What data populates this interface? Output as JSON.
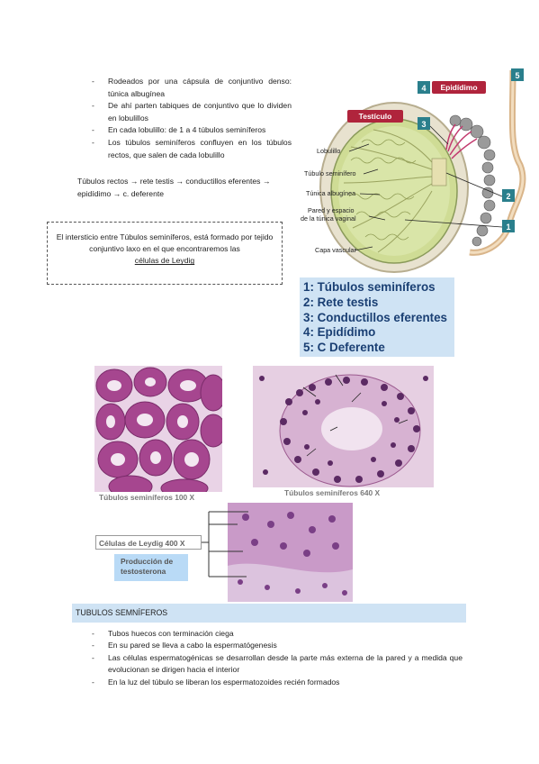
{
  "intro_bullets": [
    "Rodeados por una cápsula de conjuntivo denso: túnica albugínea",
    "De ahí parten tabiques de conjuntivo que lo dividen en lobulillos",
    "En cada lobulillo: de 1 a 4 túbulos seminíferos",
    "Los túbulos seminíferos confluyen en los túbulos rectos, que salen de cada lobulillo"
  ],
  "route_text": "Túbulos rectos → rete testis → conductillos eferentes → epidídimo → c. deferente",
  "interstitium_box": {
    "text": "El intersticio entre Túbulos seminíferos, está formado por tejido conjuntivo laxo en el que encontraremos las",
    "link": "células de Leydig"
  },
  "diagram": {
    "badges": [
      "4",
      "5",
      "3",
      "2",
      "1"
    ],
    "epididimo_label": "Epidídimo",
    "testiculo_label": "Testículo",
    "labels": [
      "Lobulillo",
      "Túbulo seminífero",
      "Túnica albugínea",
      "Pared y espacio",
      "de la túnica vaginal",
      "Capa vascular"
    ],
    "colors": {
      "teal": "#2a7f8c",
      "red_label": "#b0243c"
    }
  },
  "legend_items": [
    "1: Túbulos  seminíferos",
    "2: Rete testis",
    "3: Conductillos eferentes",
    "4: Epidídimo",
    "5: C Deferente"
  ],
  "captions": {
    "left": "Túbulos seminíferos 100 X",
    "right": "Túbulos seminíferos 640 X",
    "leydig": "Células de Leydig 400 X",
    "testo_line1": "Producción de",
    "testo_line2": "testosterona"
  },
  "section_title": "TUBULOS SEMNÍFEROS",
  "section_bullets": [
    "Tubos huecos con terminación ciega",
    "En su pared se lleva a cabo la espermatógenesis",
    "Las células espermatogénicas se desarrollan desde la parte más externa de la pared y a medida que evolucionan se dirigen hacia el interior",
    "En la luz del túbulo se liberan los espermatozoides recién formados"
  ]
}
